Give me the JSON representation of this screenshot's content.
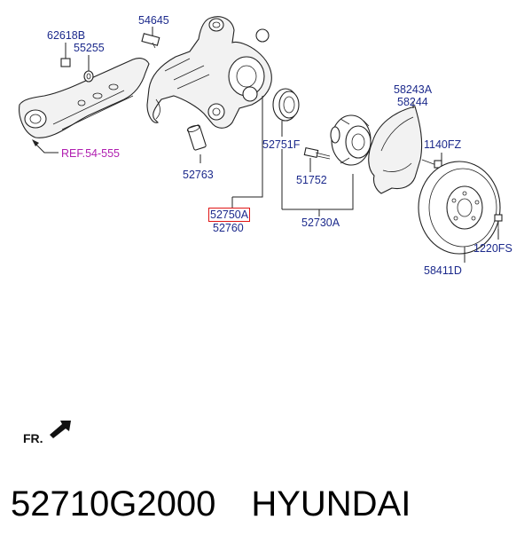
{
  "labels": {
    "p62618B": "62618B",
    "p55255": "55255",
    "p54645": "54645",
    "ref": "REF.54-555",
    "p52763": "52763",
    "p52750A": "52750A",
    "p52760": "52760",
    "p52751F": "52751F",
    "p51752": "51752",
    "p52730A": "52730A",
    "p58243A": "58243A",
    "p58244": "58244",
    "p1140FZ": "1140FZ",
    "p1220FS": "1220FS",
    "p58411D": "58411D",
    "fr": "FR."
  },
  "footer": {
    "part_number": "52710G2000",
    "brand": "HYUNDAI"
  },
  "colors": {
    "label": "#1c2a8c",
    "reference": "#b01eb0",
    "highlight_box": "#e01616",
    "line": "#222222"
  }
}
